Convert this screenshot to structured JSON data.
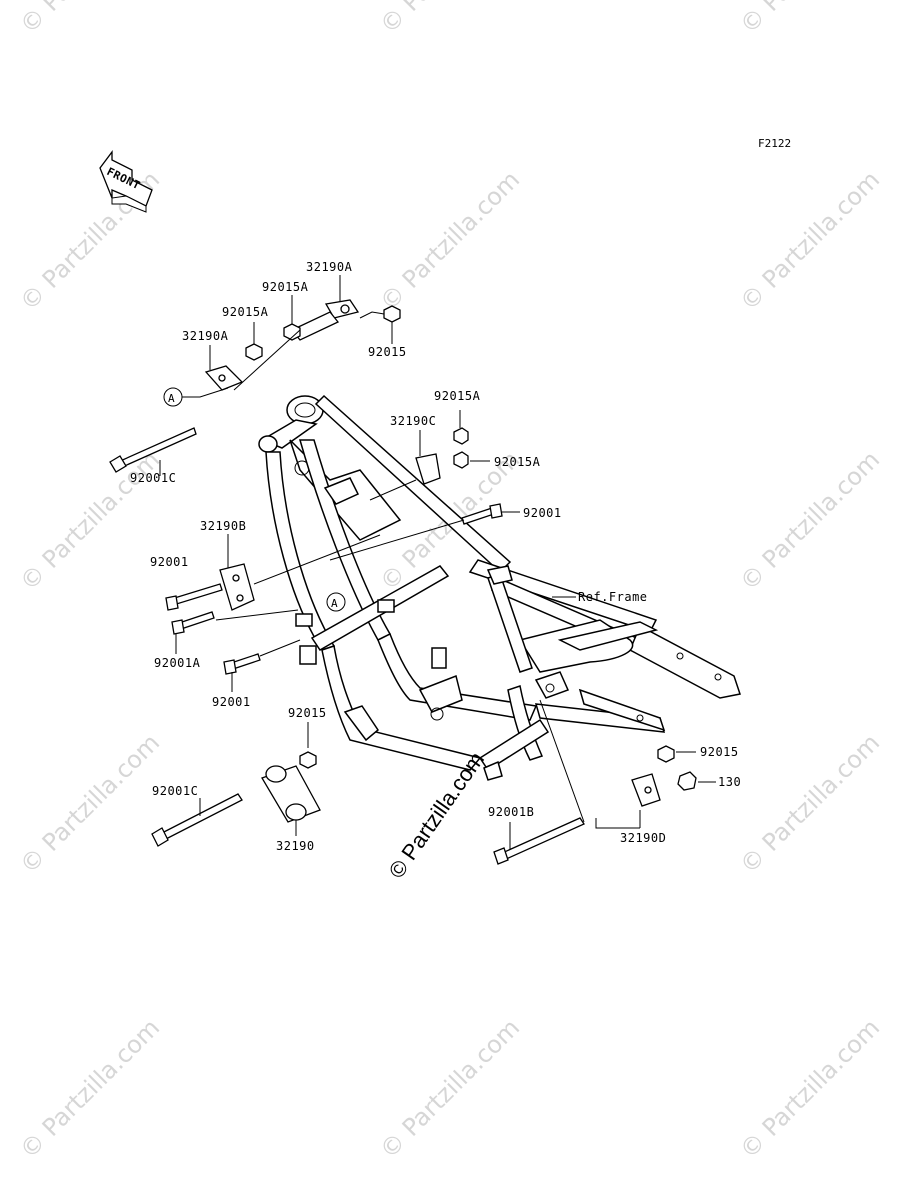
{
  "figure_code": "F2122",
  "front_label": "FRONT",
  "ref_label": "Ref.Frame",
  "watermark_text": "© Partzilla.com",
  "center_watermark": "© Partzilla.com",
  "callout": "A",
  "parts": {
    "p_32190A_top": "32190A",
    "p_92015A_1": "92015A",
    "p_92015A_2": "92015A",
    "p_32190A_left": "32190A",
    "p_92015_top": "92015",
    "p_92001C_top": "92001C",
    "p_92015A_3": "92015A",
    "p_32190C": "32190C",
    "p_92015A_4": "92015A",
    "p_92001_right": "92001",
    "p_32190B": "32190B",
    "p_92001_left": "92001",
    "p_92001A": "92001A",
    "p_92001_mid": "92001",
    "p_92015_low": "92015",
    "p_92001C_low": "92001C",
    "p_32190": "32190",
    "p_92001B": "92001B",
    "p_92015_right": "92015",
    "p_130": "130",
    "p_32190D": "32190D"
  },
  "colors": {
    "line": "#000000",
    "watermark": "#d6d6d6",
    "background": "#ffffff"
  }
}
